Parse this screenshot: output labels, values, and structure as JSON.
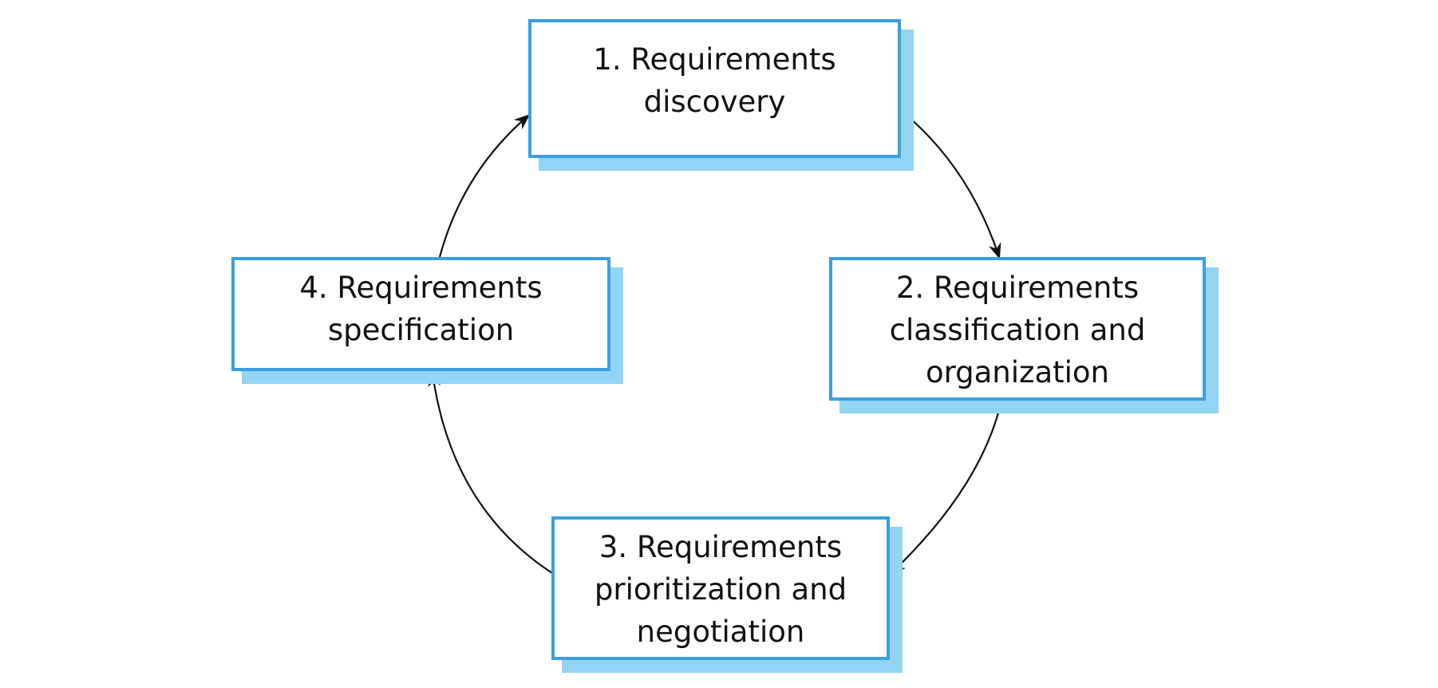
{
  "diagram": {
    "stages": [
      {
        "id": "s1",
        "label": "1. Requirements\ndiscovery"
      },
      {
        "id": "s2",
        "label": "2. Requirements\nclassification and\norganization"
      },
      {
        "id": "s3",
        "label": "3. Requirements\nprioritization and\nnegotiation"
      },
      {
        "id": "s4",
        "label": "4. Requirements\nspecification"
      }
    ],
    "flows": [
      {
        "from": "s1",
        "to": "s2"
      },
      {
        "from": "s2",
        "to": "s3"
      },
      {
        "from": "s3",
        "to": "s4"
      },
      {
        "from": "s4",
        "to": "s1"
      }
    ],
    "colors": {
      "box_border": "#3b9ee0",
      "box_shadow": "#93d4f4",
      "arrow": "#111111",
      "text": "#111111"
    }
  }
}
